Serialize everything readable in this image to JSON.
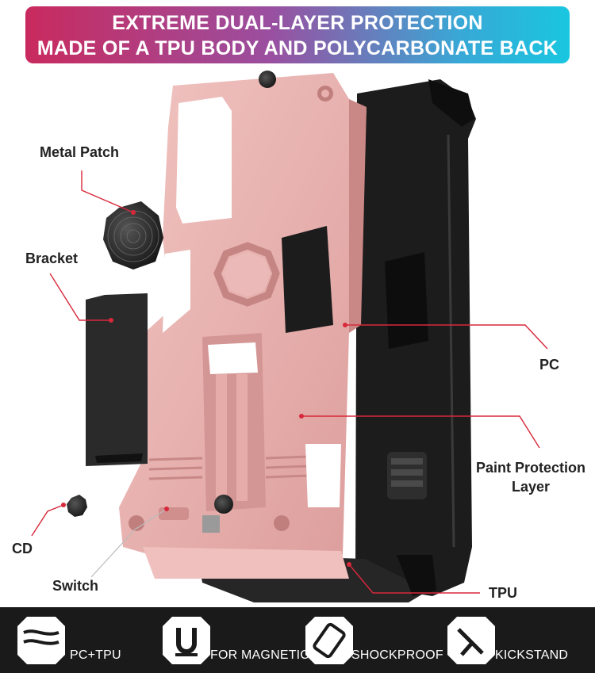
{
  "banner": {
    "line1": "EXTREME DUAL-LAYER PROTECTION",
    "line2": "MADE OF A TPU BODY AND POLYCARBONATE BACK"
  },
  "callouts": {
    "metal_patch": "Metal Patch",
    "bracket": "Bracket",
    "pc": "PC",
    "paint_line1": "Paint Protection",
    "paint_line2": "Layer",
    "cd": "CD",
    "switch": "Switch",
    "tpu": "TPU"
  },
  "features": [
    {
      "label": "PC+TPU",
      "icon": "layers-icon"
    },
    {
      "label": "FOR MAGNETIC",
      "icon": "magnet-icon"
    },
    {
      "label": "SHOCKPROOF",
      "icon": "shockproof-icon"
    },
    {
      "label": "KICKSTAND",
      "icon": "kickstand-icon"
    }
  ],
  "colors": {
    "pink_shell": "#e8b0ae",
    "tpu_black": "#1c1c1c",
    "callout_red": "#d8283b",
    "bar_bg": "#1a1a1a"
  }
}
